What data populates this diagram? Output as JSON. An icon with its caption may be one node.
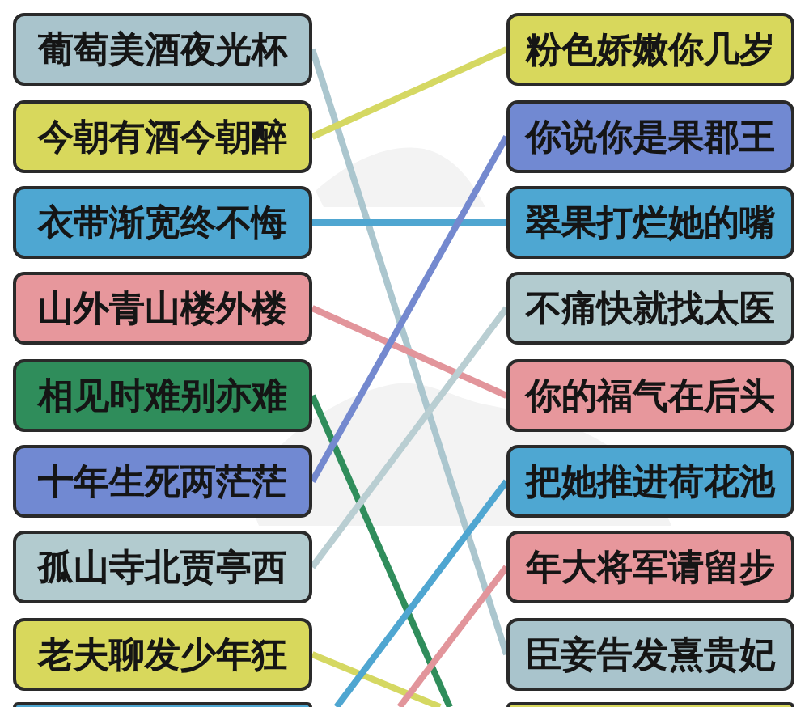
{
  "diagram": {
    "nodes": [
      {
        "text": [
          "葡萄美酒夜光杯"
        ]
      },
      {
        "text": [
          "今朝有酒今朝醉"
        ]
      },
      {
        "text": [
          "衣带渐宽终不悔"
        ]
      },
      {
        "text": [
          "山外青山楼外楼"
        ]
      },
      {
        "text": [
          "相见时难别亦难"
        ]
      },
      {
        "text": [
          "十年生死两茫茫"
        ]
      },
      {
        "text": [
          "孤山寺北贾亭西"
        ]
      },
      {
        "text": [
          "老夫聊发少年狂"
        ]
      },
      {
        "text": [],
        "shape": "box"
      },
      {
        "text": [
          "粉色娇嫩你几岁"
        ]
      },
      {
        "text": [
          "你说你是果郡王"
        ]
      },
      {
        "text": [
          "翠果打烂她的嘴"
        ]
      },
      {
        "text": [
          "不痛快就找太医"
        ]
      },
      {
        "text": [
          "你的福气在后头"
        ]
      },
      {
        "text": [
          "把她推进荷花池"
        ]
      },
      {
        "text": [
          "年大将军请留步"
        ]
      },
      {
        "text": [
          "臣妾告发熹贵妃"
        ]
      },
      {
        "text": [],
        "shape": "box"
      }
    ],
    "edges": [
      {
        "from": 0,
        "to": 16,
        "arrow": "none",
        "color": "#abc6ce"
      },
      {
        "from": 1,
        "to": 9,
        "arrow": "none",
        "color": "#d5d862"
      },
      {
        "from": 2,
        "to": 11,
        "arrow": "none",
        "color": "#4fa6d1"
      },
      {
        "from": 3,
        "to": 13,
        "arrow": "none",
        "color": "#e2959b"
      },
      {
        "from": 4,
        "to": null,
        "arrow": "none",
        "color": "#2f8d5b"
      },
      {
        "from": 5,
        "to": 10,
        "arrow": "none",
        "color": "#7489cf"
      },
      {
        "from": 6,
        "to": 12,
        "arrow": "none",
        "color": "#b9ced2"
      },
      {
        "from": 7,
        "to": null,
        "arrow": "none",
        "color": "#d5d862"
      },
      {
        "from": 14,
        "to": null,
        "arrow": "none",
        "color": "#4fa6d1"
      },
      {
        "from": 15,
        "to": null,
        "arrow": "none",
        "color": "#e2959b"
      }
    ]
  }
}
